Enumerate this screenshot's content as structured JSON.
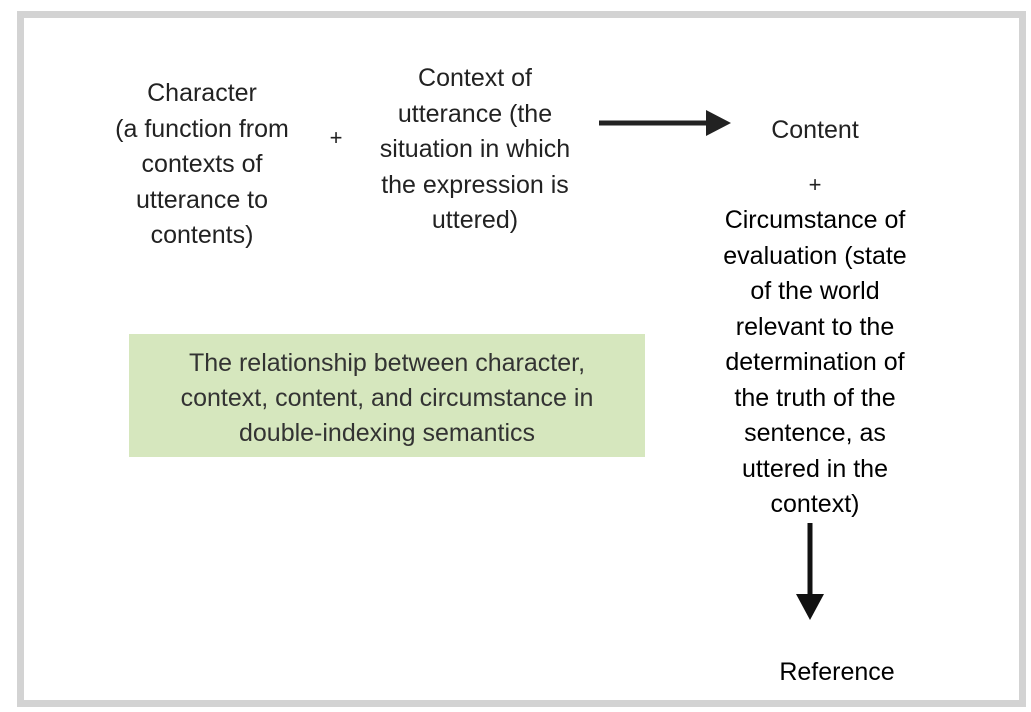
{
  "diagram": {
    "character": "Character\n(a function from\ncontexts of\nutterance to\ncontents)",
    "plus_1": "+",
    "context": "Context of\nutterance (the\nsituation in which\nthe expression is\nuttered)",
    "content": "Content",
    "plus_2": "+",
    "circumstance": "Circumstance of\nevaluation (state\nof the world\nrelevant to the\ndetermination of\nthe truth of the\nsentence, as\nuttered in the\ncontext)",
    "reference": "Reference",
    "caption": "The relationship between character,\ncontext, content, and circumstance in\ndouble-indexing semantics"
  },
  "colors": {
    "frame_border": "#d3d3d3",
    "caption_background": "#d6e7be",
    "arrow": "#222222"
  }
}
